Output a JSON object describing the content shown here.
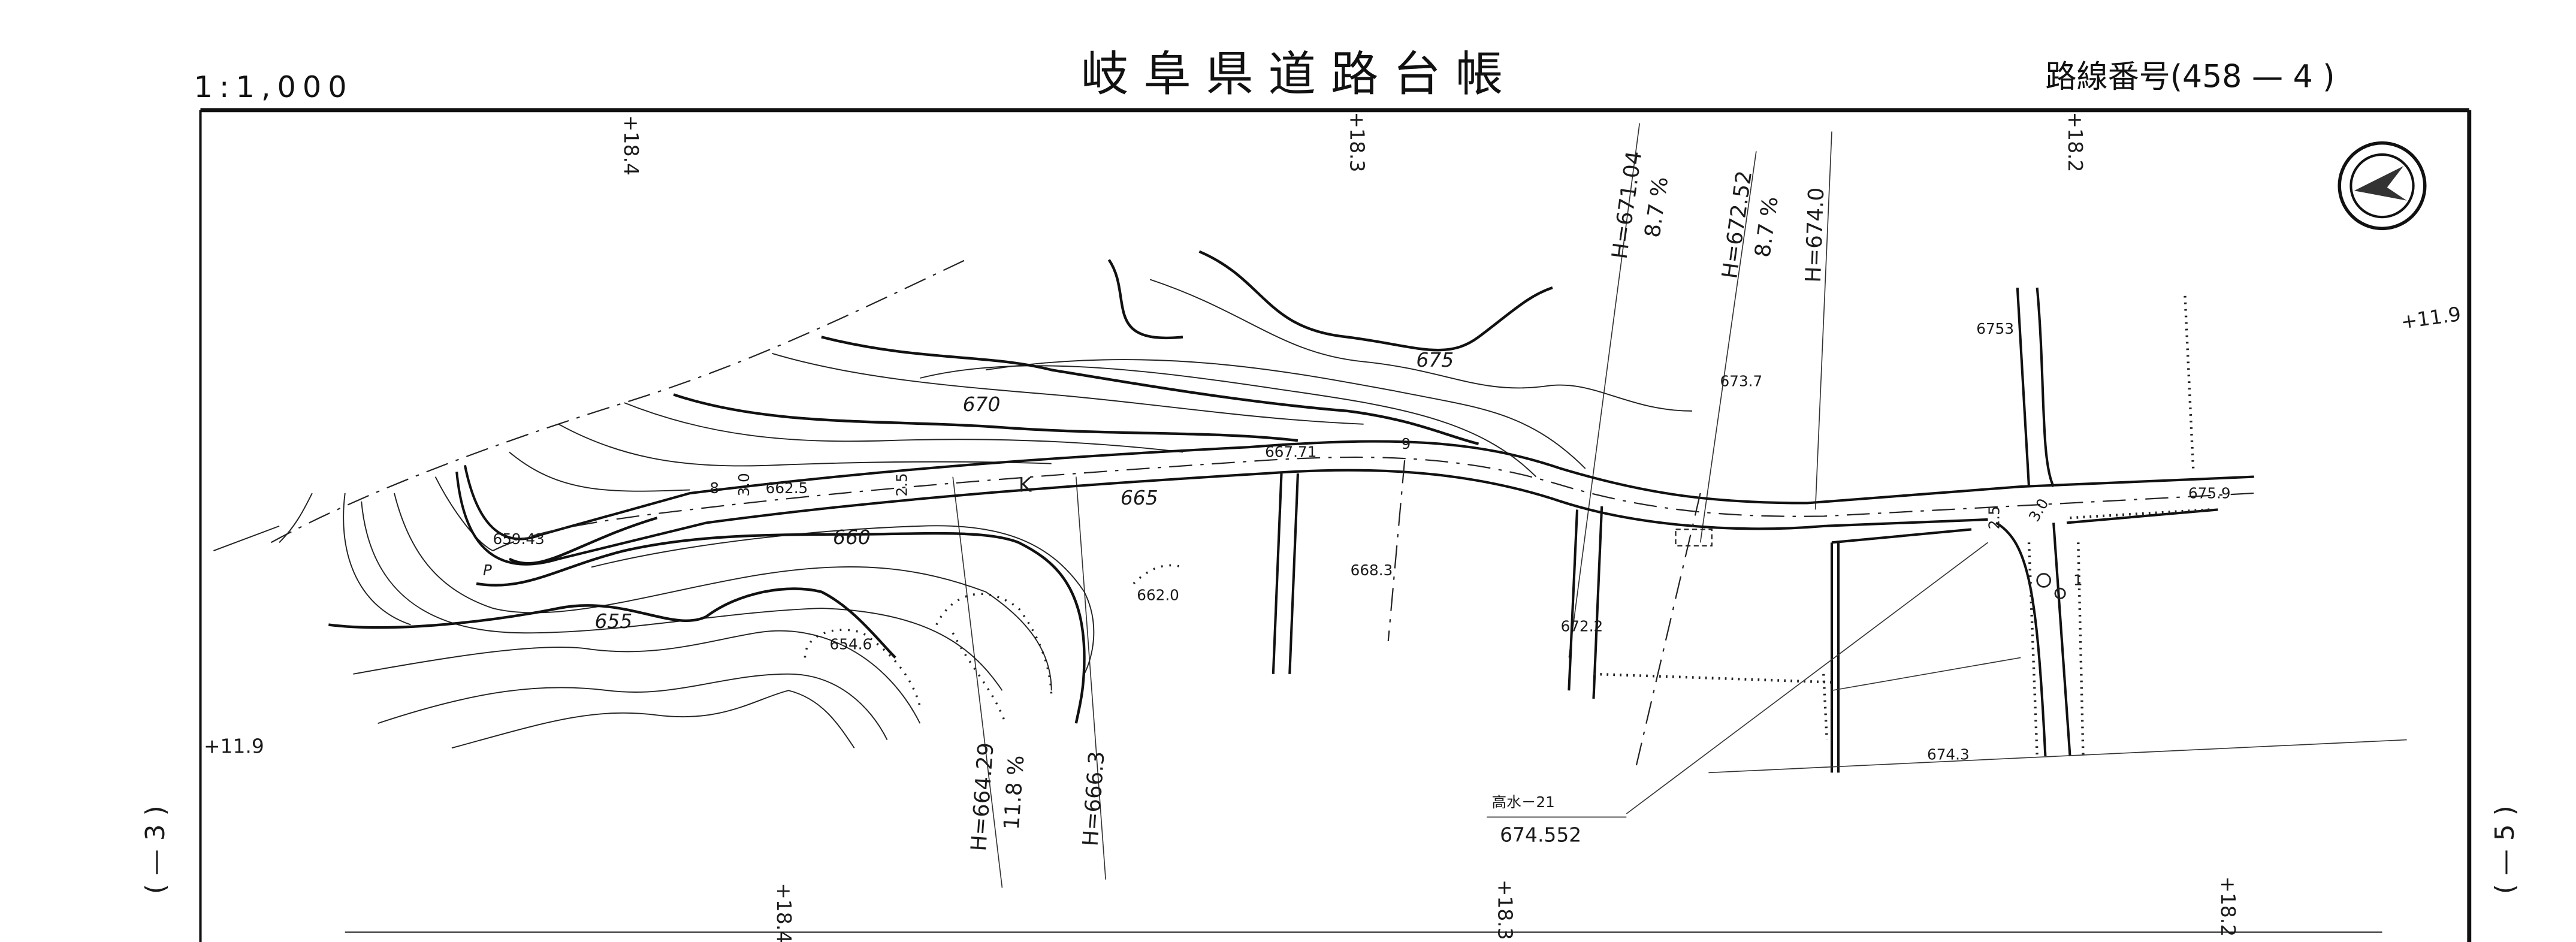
{
  "header": {
    "scale": "1:1,000",
    "title": "岐阜県道路台帳",
    "route_number": "路線番号(458 — 4 )"
  },
  "sheet_refs": {
    "left": "( — 3 )",
    "right": "( — 5 )"
  },
  "grid_labels": {
    "top": [
      "+18.4",
      "+18.3",
      "+18.2"
    ],
    "bottom": [
      "+18.4",
      "+18.3",
      "+18.2"
    ],
    "left": "+11.9",
    "right": "+11.9"
  },
  "profile_labels": [
    {
      "height": "H=671.04",
      "grade": "8.7 %"
    },
    {
      "height": "H=672.52",
      "grade": "8.7 %"
    },
    {
      "height": "H=674.0",
      "grade": ""
    },
    {
      "height": "H=664.29",
      "grade": "11.8 %"
    },
    {
      "height": "H=666.3",
      "grade": ""
    }
  ],
  "spot_heights": [
    "6753",
    "673.7",
    "675.9",
    "667.71",
    "662.5",
    "659.43",
    "668.3",
    "662.0",
    "672.2",
    "654.6",
    "674.3"
  ],
  "contour_labels": [
    "675",
    "670",
    "665",
    "660",
    "655"
  ],
  "road_dimensions": [
    "8",
    "3.0",
    "2.5",
    "9",
    "2.5",
    "3.0"
  ],
  "road_marks": {
    "k": "K",
    "p": "P",
    "triangle_1": "1"
  },
  "benchmark": {
    "name": "高水－21",
    "elevation": "674.552"
  },
  "colors": {
    "ink": "#111111",
    "paper": "#ffffff"
  }
}
